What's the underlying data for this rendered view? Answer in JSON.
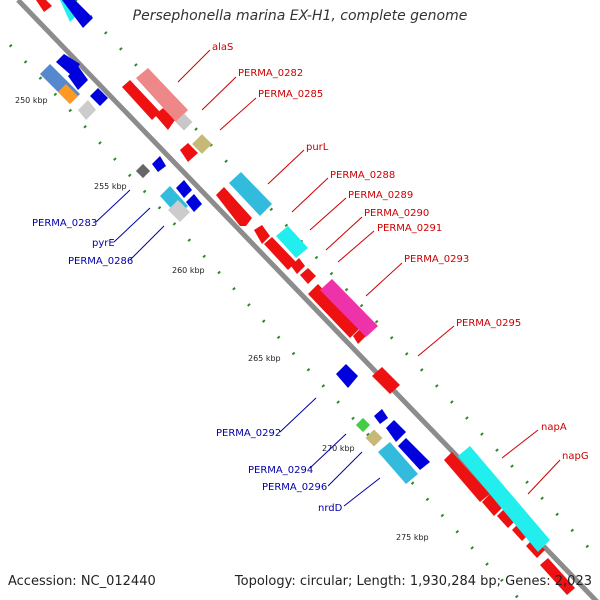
{
  "title": "Persephonella marina EX-H1, complete genome",
  "footer": {
    "accession": "Accession: NC_012440",
    "summary": "Topology: circular; Length: 1,930,284 bp; Genes: 2,023"
  },
  "colors": {
    "forward_label": "#cc0000",
    "reverse_label": "#0000aa",
    "backbone": "#888888",
    "tick": "#2a8a2a"
  },
  "kbp_ticks": [
    "250 kbp",
    "255 kbp",
    "260 kbp",
    "265 kbp",
    "270 kbp",
    "275 kbp"
  ],
  "forward_labels": [
    "alaS",
    "PERMA_0282",
    "PERMA_0285",
    "purL",
    "PERMA_0288",
    "PERMA_0289",
    "PERMA_0290",
    "PERMA_0291",
    "PERMA_0293",
    "PERMA_0295",
    "napA",
    "napG"
  ],
  "reverse_labels": [
    "PERMA_0283",
    "pyrE",
    "PERMA_0286",
    "PERMA_0292",
    "PERMA_0294",
    "PERMA_0296",
    "nrdD"
  ]
}
